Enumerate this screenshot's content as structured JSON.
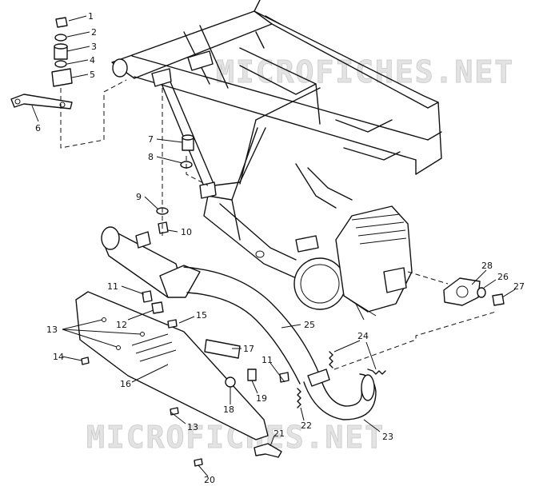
{
  "watermarks": {
    "top": "MICROFICHES.NET",
    "bottom": "MICROFICHES.NET"
  },
  "callouts": [
    "1",
    "2",
    "3",
    "4",
    "5",
    "6",
    "7",
    "8",
    "9",
    "10",
    "11",
    "12",
    "13",
    "14",
    "15",
    "16",
    "17",
    "18",
    "19",
    "20",
    "21",
    "22",
    "23",
    "24",
    "25",
    "26",
    "27",
    "28"
  ],
  "callouts_repeat": {
    "eleven_b": "11",
    "thirteen_b": "13"
  }
}
